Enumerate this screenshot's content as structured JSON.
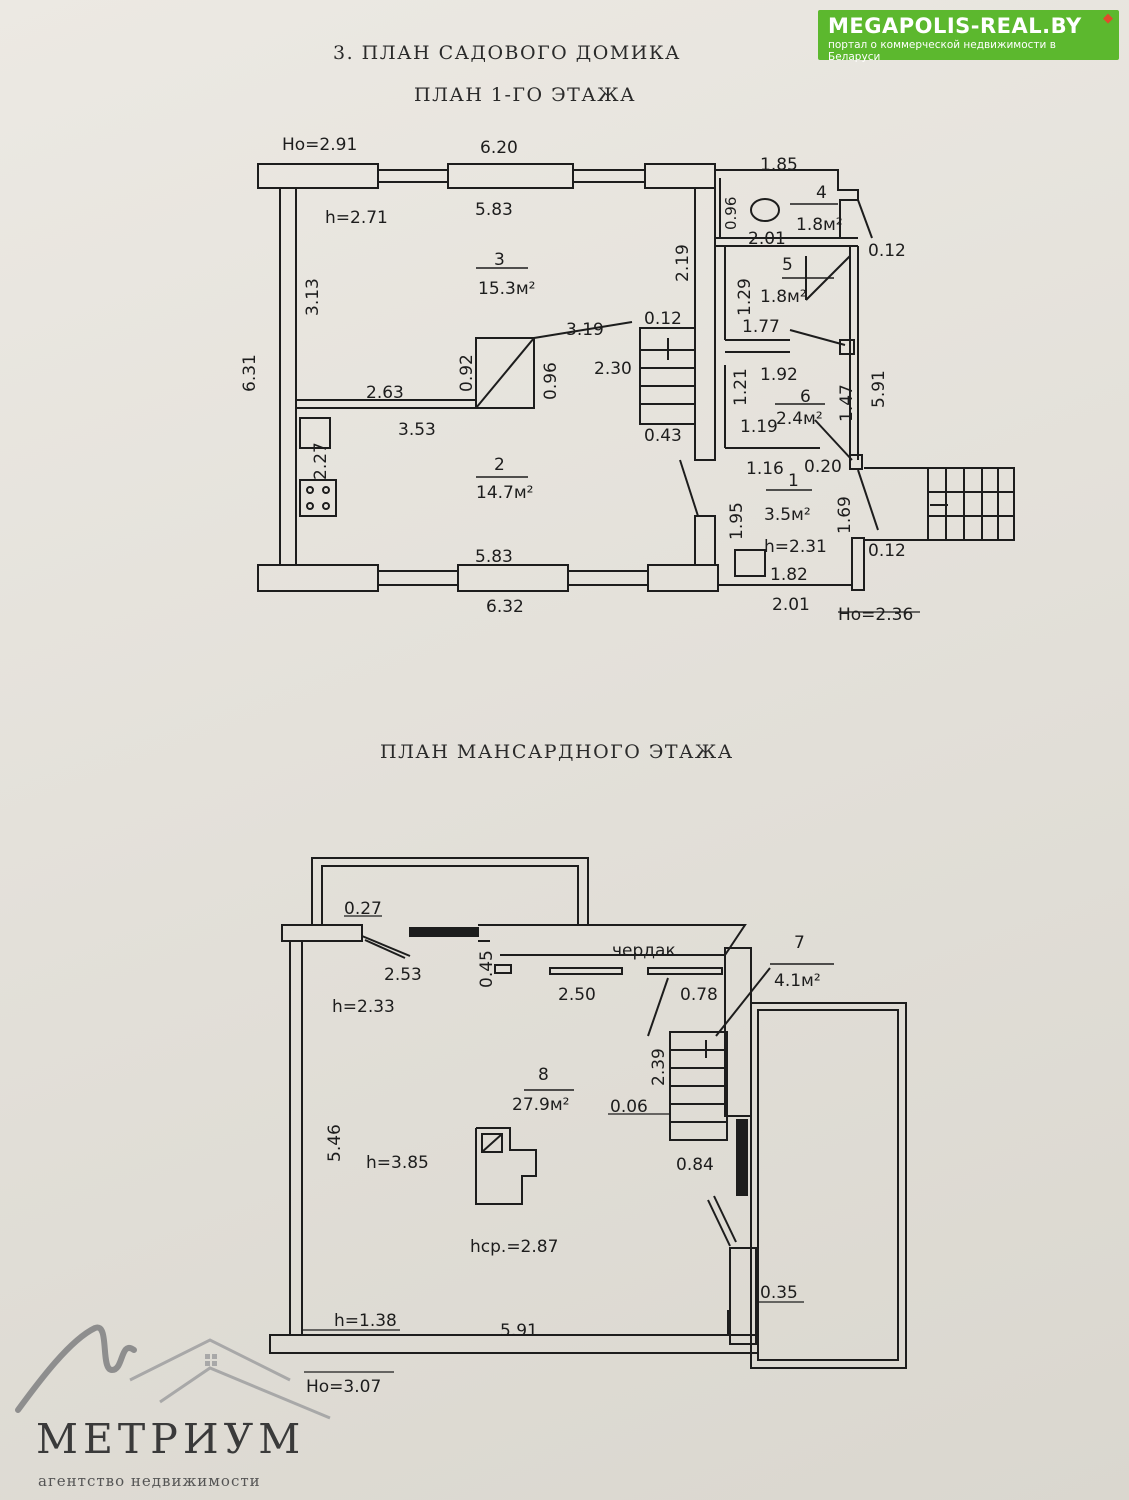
{
  "badge": {
    "site": "MEGAPOLIS-REAL.BY",
    "tagline": "портал о коммерческой недвижимости в Беларуси",
    "color": "#5cb82e"
  },
  "titles": {
    "main": "3. ПЛАН САДОВОГО ДОМИКА",
    "floor1": "ПЛАН 1-ГО ЭТАЖА",
    "attic": "ПЛАН МАНСАРДНОГО ЭТАЖА"
  },
  "floor1": {
    "ho_top": "Но=2.91",
    "width_outer": "6.20",
    "width_inner_top": "5.83",
    "h": "h=2.71",
    "wc_width": "1.85",
    "wc_side": "0.96",
    "wc_bottom": "2.01",
    "wall_r1": "0.12",
    "wall_r2": "0.12",
    "room3": {
      "num": "3",
      "area": "15.3м²"
    },
    "room4": {
      "num": "4",
      "area": "1.8м²"
    },
    "room5": {
      "num": "5",
      "area": "1.8м²"
    },
    "room6": {
      "num": "6",
      "area": "2.4м²"
    },
    "room2": {
      "num": "2",
      "area": "14.7м²"
    },
    "room1": {
      "num": "1",
      "area": "3.5м²"
    },
    "d_631": "6.31",
    "d_313": "3.13",
    "d_219": "2.19",
    "d_319": "3.19",
    "d_012": "0.12",
    "d_230": "2.30",
    "d_092": "0.92",
    "d_096": "0.96",
    "d_263": "2.63",
    "d_353": "3.53",
    "d_043": "0.43",
    "d_227": "2.27",
    "d_129": "1.29",
    "d_177": "1.77",
    "d_192": "1.92",
    "d_121": "1.21",
    "d_119": "1.19",
    "d_147": "1.47",
    "d_591": "5.91",
    "d_116": "1.16",
    "d_020": "0.20",
    "d_195": "1.95",
    "d_169": "1.69",
    "h231": "h=2.31",
    "d_182": "1.82",
    "bottom_inner": "5.83",
    "bottom_outer": "6.32",
    "bottom_right": "2.01",
    "ho_bottom": "Но=2.36"
  },
  "attic": {
    "d_027": "0.27",
    "d_253": "2.53",
    "d_045": "0.45",
    "label_cherdak": "чердак",
    "d_250": "2.50",
    "d_078": "0.78",
    "room7": {
      "num": "7",
      "area": "4.1м²"
    },
    "h233": "h=2.33",
    "d_239": "2.39",
    "room8": {
      "num": "8",
      "area": "27.9м²"
    },
    "d_006": "0.06",
    "d_546": "5.46",
    "h385": "h=3.85",
    "d_084": "0.84",
    "hcp": "hср.=2.87",
    "d_035": "0.35",
    "h138": "h=1.38",
    "d_591": "5.91",
    "ho": "Но=3.07"
  },
  "logo": {
    "name": "МЕТРИУМ",
    "sub": "агентство недвижимости"
  }
}
